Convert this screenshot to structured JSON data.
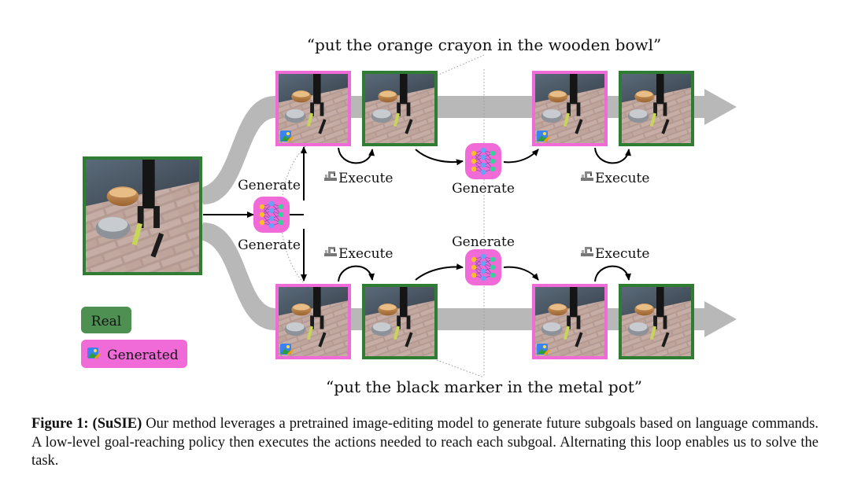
{
  "figure": {
    "top_instruction": "“put the orange crayon in the wooden bowl”",
    "bottom_instruction": "“put the black marker in the metal pot”",
    "labels": {
      "generate_upper": "Generate",
      "generate_lower": "Generate",
      "generate_top_mid": "Generate",
      "generate_bottom_mid": "Generate",
      "execute_top_1": "Execute",
      "execute_top_2": "Execute",
      "execute_bottom_1": "Execute",
      "execute_bottom_2": "Execute"
    },
    "legend": {
      "real": "Real",
      "generated": "Generated"
    },
    "colors": {
      "real": "#2e7d32",
      "generated": "#f06ad8",
      "arrow_band": "#b8b8b8"
    }
  },
  "caption": {
    "label": "Figure 1:",
    "name": "(SuSIE)",
    "text": "Our method leverages a pretrained image-editing model to generate future subgoals based on language commands. A low-level goal-reaching policy then executes the actions needed to reach each subgoal. Alternating this loop enables us to solve the task."
  }
}
